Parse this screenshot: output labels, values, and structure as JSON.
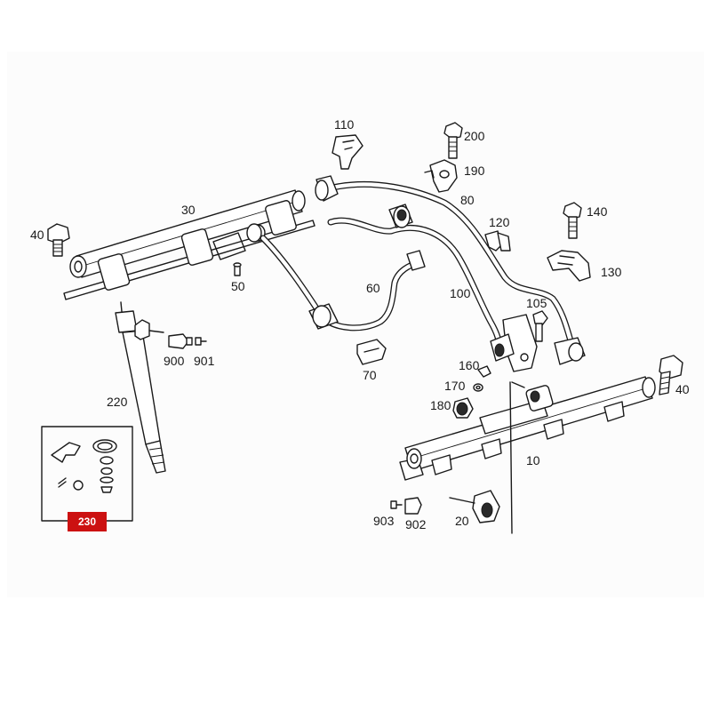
{
  "labels": {
    "p10": "10",
    "p20": "20",
    "p30": "30",
    "p40_left": "40",
    "p40_right": "40",
    "p50": "50",
    "p60": "60",
    "p70": "70",
    "p80": "80",
    "p100": "100",
    "p105": "105",
    "p110": "110",
    "p120": "120",
    "p130": "130",
    "p140": "140",
    "p160": "160",
    "p170": "170",
    "p180": "180",
    "p190": "190",
    "p200": "200",
    "p220": "220",
    "p900": "900",
    "p901": "901",
    "p902": "902",
    "p903": "903"
  },
  "kit": {
    "label": "230",
    "badge_color": "#cc1111"
  }
}
